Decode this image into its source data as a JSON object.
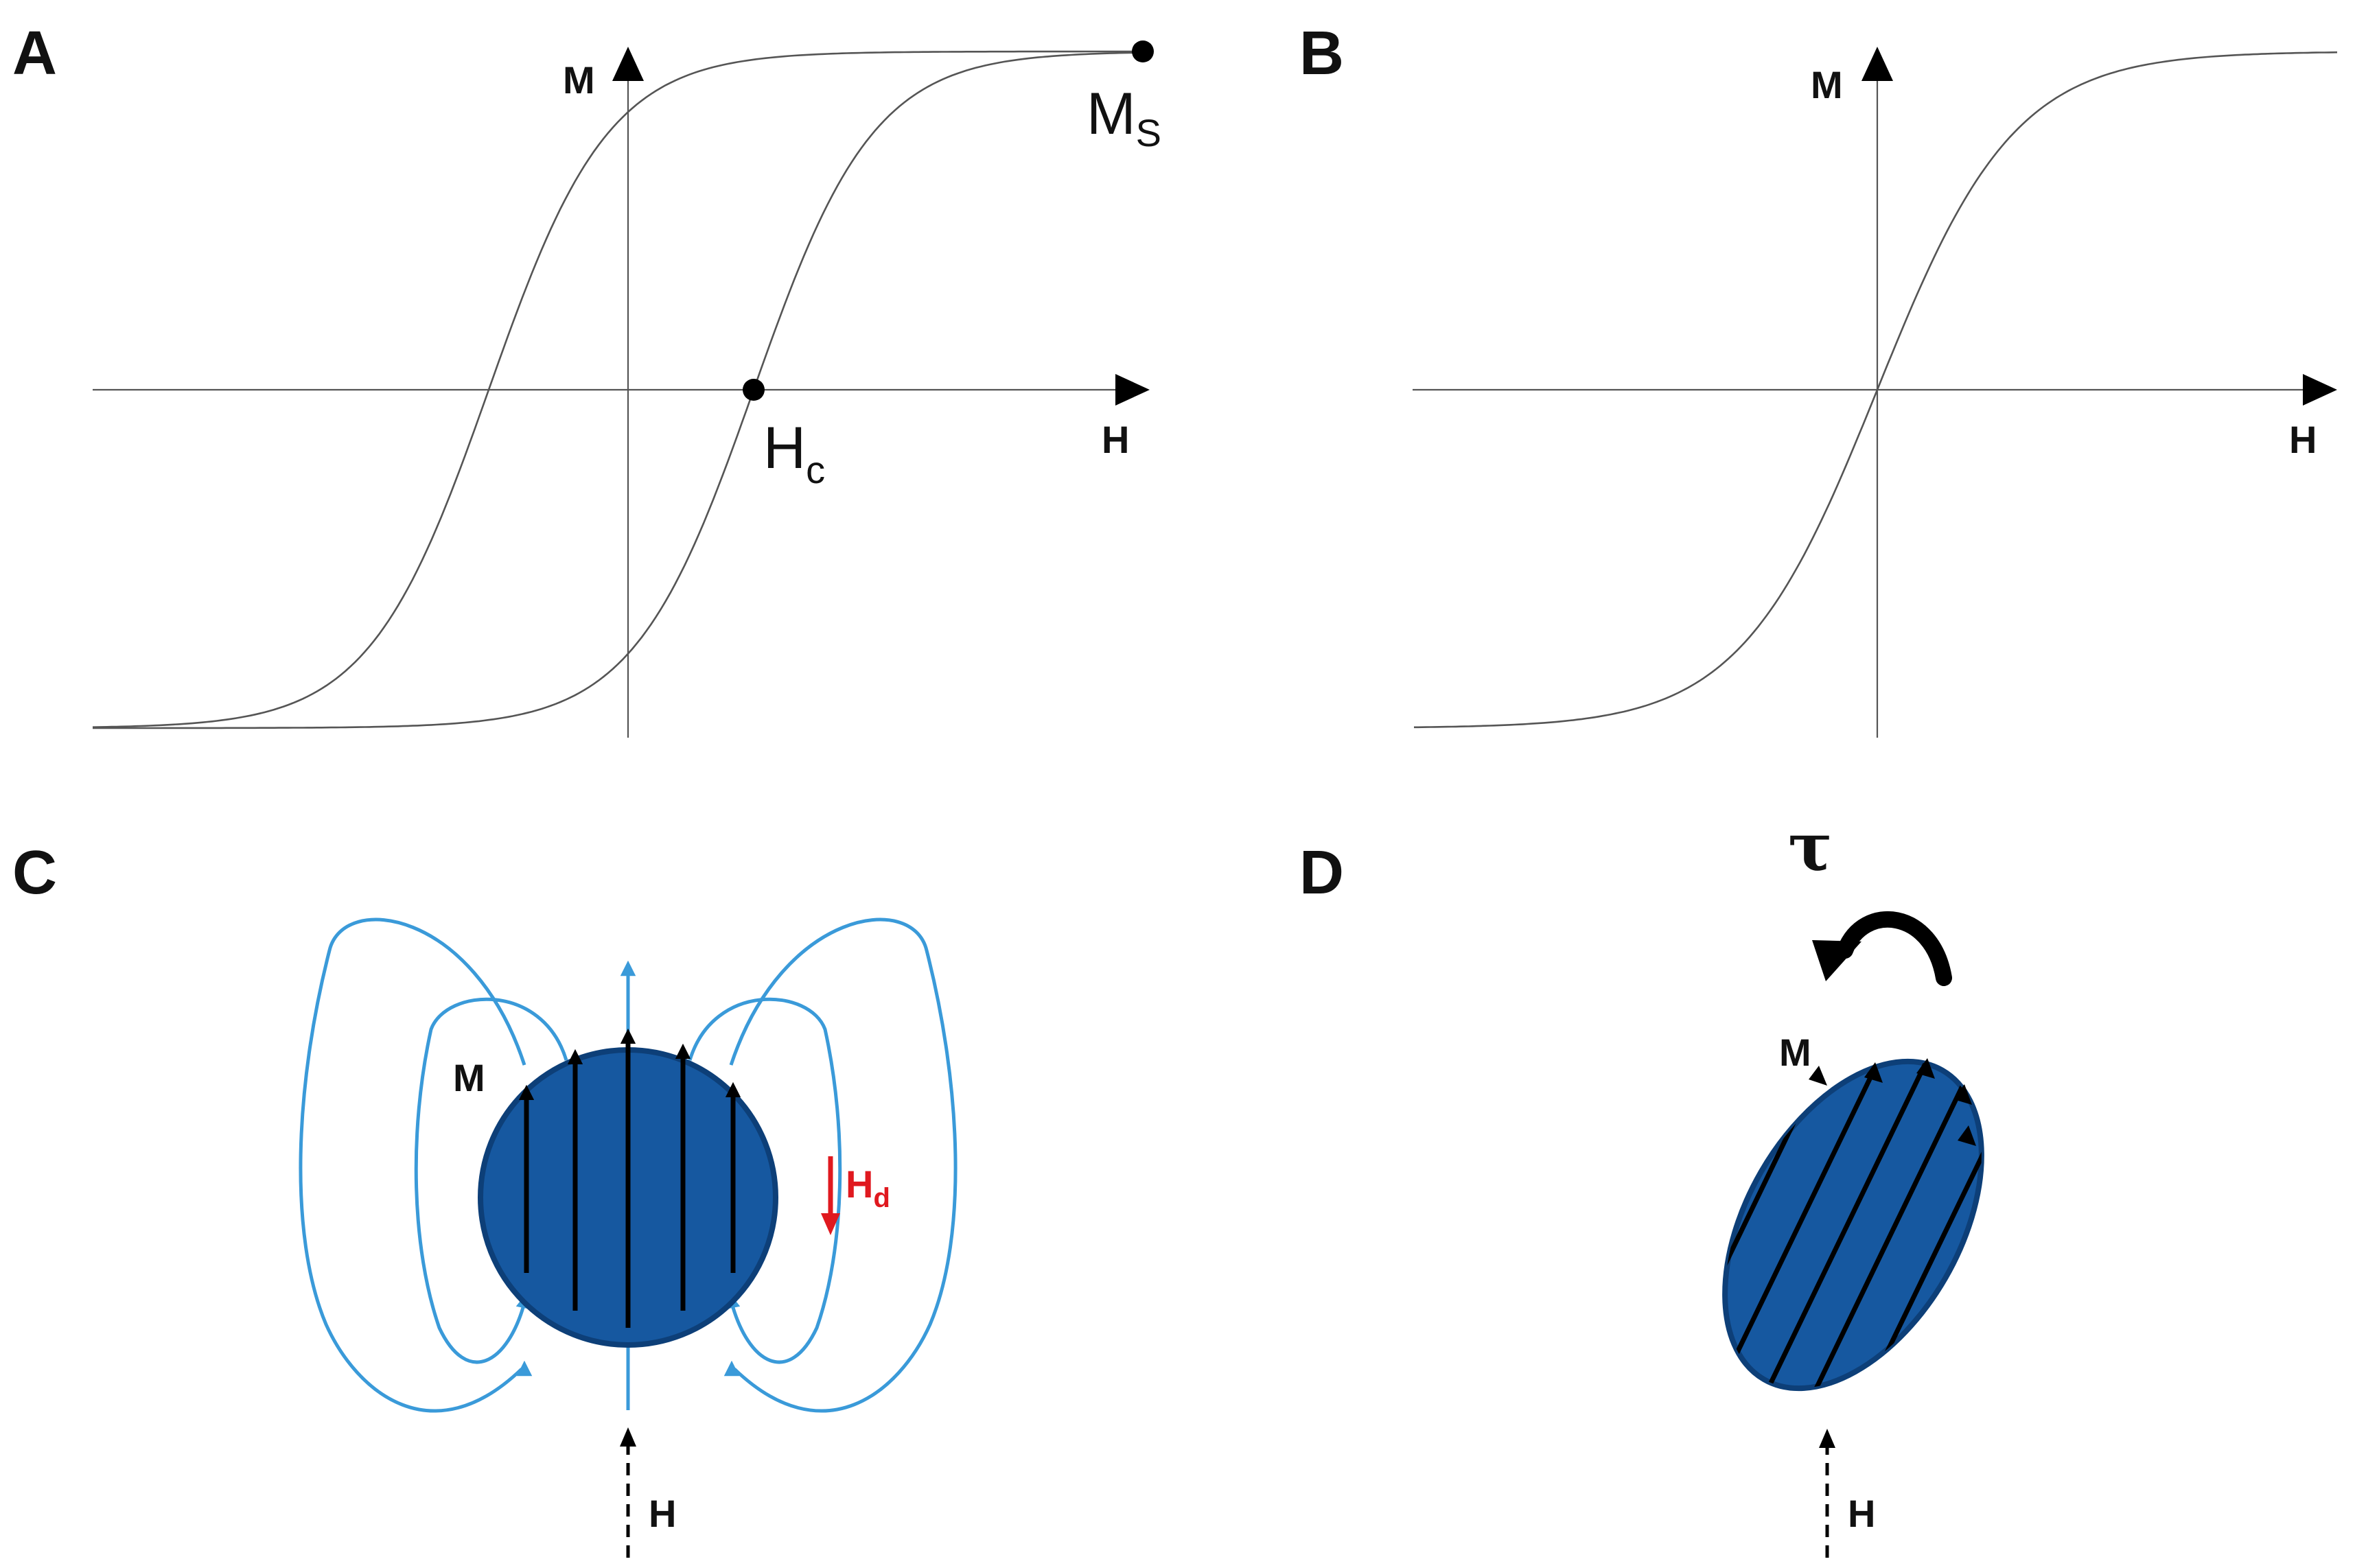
{
  "panels": {
    "a": {
      "letter": "A",
      "y_axis_label": "M",
      "x_axis_label": "H",
      "ms_label": "M",
      "ms_sub": "S",
      "hc_label": "H",
      "hc_sub": "c"
    },
    "b": {
      "letter": "B",
      "y_axis_label": "M",
      "x_axis_label": "H"
    },
    "c": {
      "letter": "C",
      "m_label": "M",
      "hd_label": "H",
      "hd_sub": "d",
      "h_label": "H"
    },
    "d": {
      "letter": "D",
      "tau_label": "τ",
      "m_label": "M",
      "h_label": "H"
    }
  },
  "colors": {
    "particle_fill": "#1658a0",
    "particle_edge": "#0d3f78",
    "field_lines": "#3a9ad9",
    "demag_field": "#e0191f",
    "ink": "#111111"
  }
}
